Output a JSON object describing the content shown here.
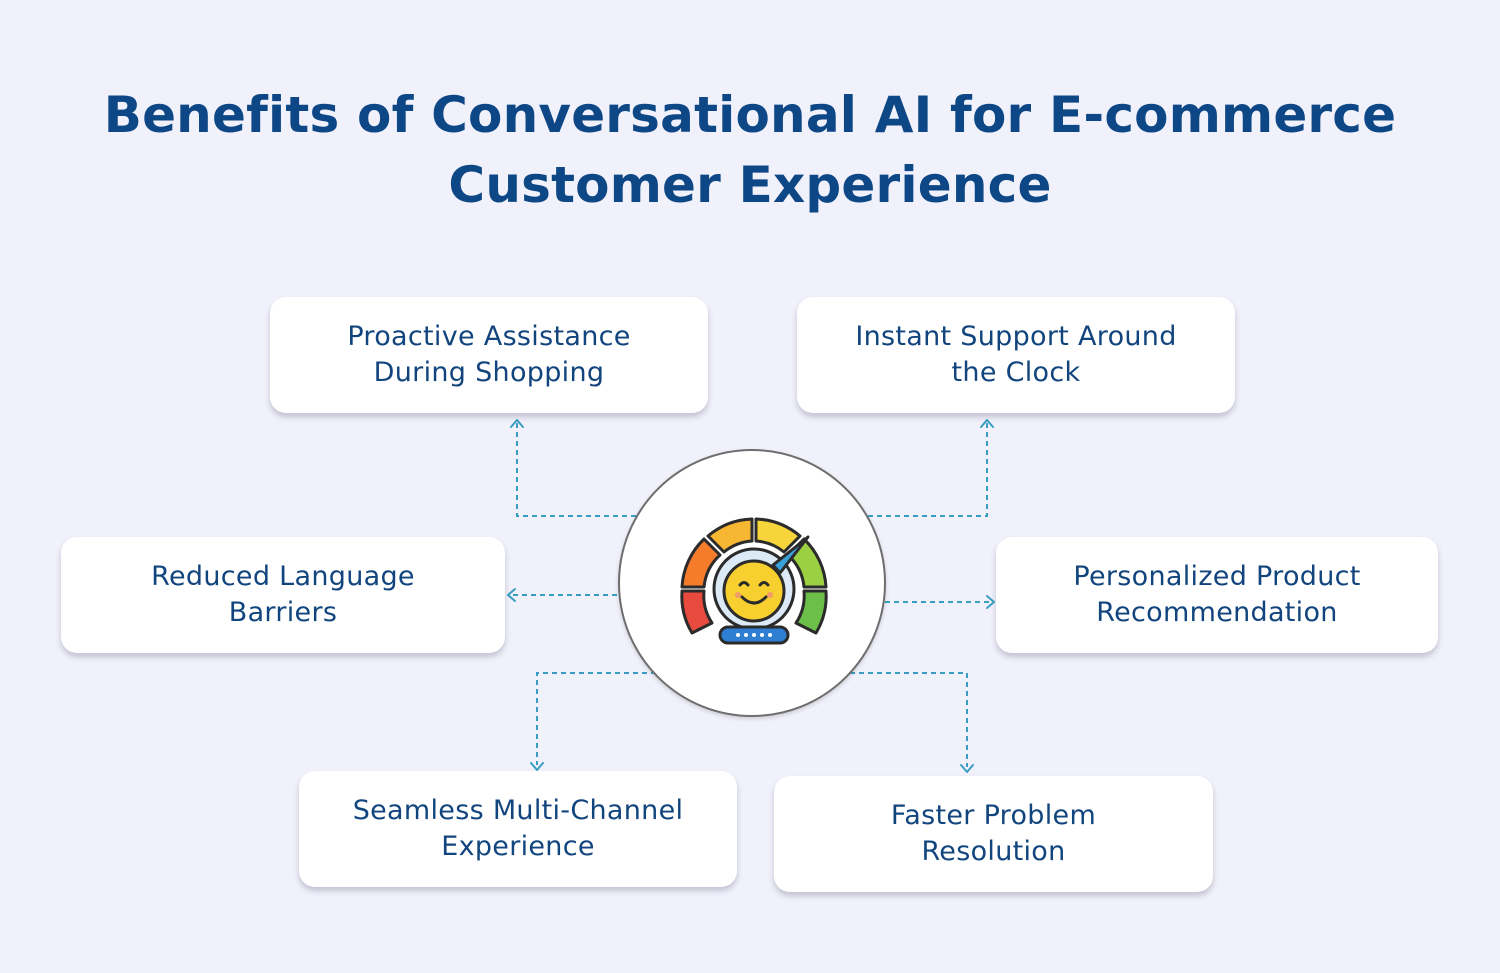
{
  "title": {
    "line1": "Benefits of Conversational AI for E-commerce",
    "line2": "Customer Experience"
  },
  "center_icon": "smiling-satisfaction-meter-icon",
  "benefits": [
    {
      "line1": "Proactive Assistance",
      "line2": "During Shopping"
    },
    {
      "line1": "Instant Support Around",
      "line2": "the Clock"
    },
    {
      "line1": "Reduced Language",
      "line2": "Barriers"
    },
    {
      "line1": "Personalized Product",
      "line2": "Recommendation"
    },
    {
      "line1": "Seamless Multi-Channel",
      "line2": "Experience"
    },
    {
      "line1": "Faster Problem",
      "line2": "Resolution"
    }
  ],
  "colors": {
    "background": "#f1f1fb",
    "title": "#0d4785",
    "card_text": "#12457e",
    "connector": "#3a9ec2"
  }
}
